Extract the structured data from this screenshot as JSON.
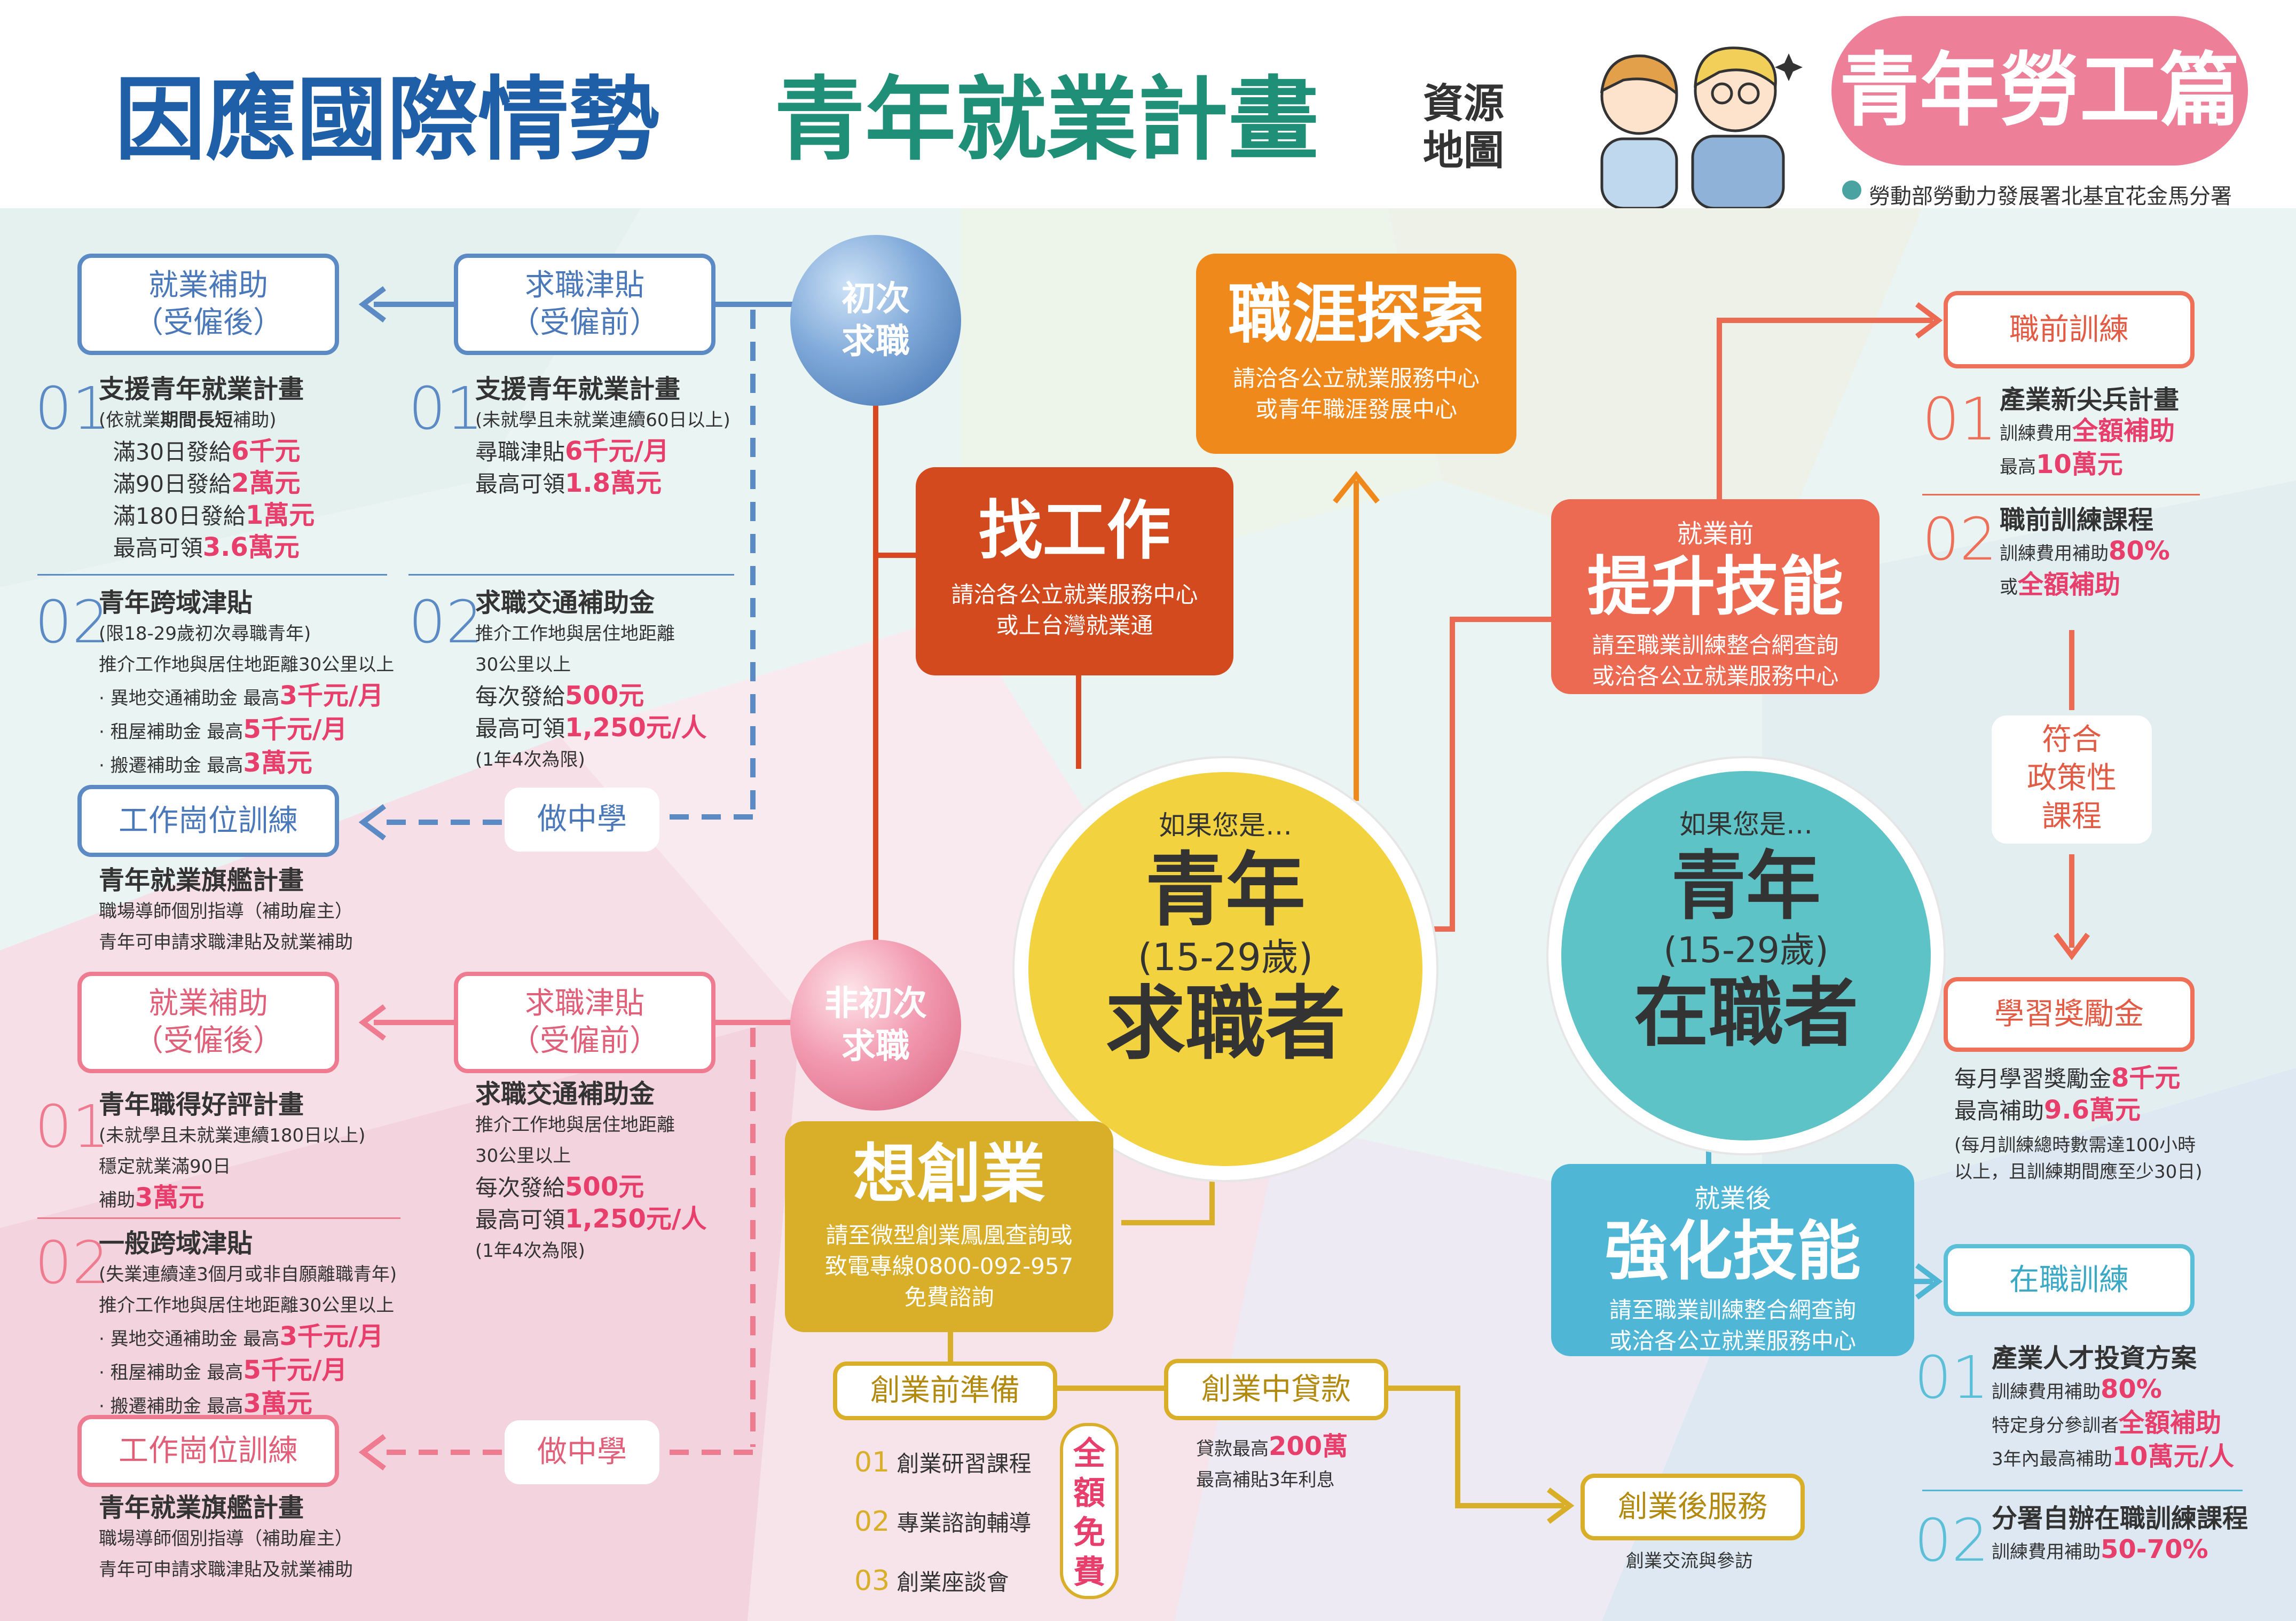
{
  "header": {
    "title_part1": "因應國際情勢",
    "title_part2": "青年就業計畫",
    "title_suffix_line1": "資源",
    "title_suffix_line2": "地圖",
    "badge": "青年勞工篇",
    "agency": "勞動部勞動力發展署北基宜花金馬分署"
  },
  "first_time": {
    "ball": [
      "初次",
      "求職"
    ],
    "subsidy_after": [
      "就業補助",
      "（受僱後）"
    ],
    "subsidy_before": [
      "求職津貼",
      "（受僱前）"
    ],
    "after_01": {
      "num": "01",
      "title": "支援青年就業計畫",
      "note_pre": "(依就業",
      "note_bold": "期間長短",
      "note_post": "補助)",
      "l1_pre": "滿30日發給",
      "l1_hl": "6千元",
      "l2_pre": "滿90日發給",
      "l2_hl": "2萬元",
      "l3_pre": "滿180日發給",
      "l3_hl": "1萬元",
      "l4_pre": "最高可領",
      "l4_hl": "3.6萬元"
    },
    "before_01": {
      "num": "01",
      "title": "支援青年就業計畫",
      "note": "(未就學且未就業連續60日以上)",
      "l1_pre": "尋職津貼",
      "l1_hl": "6千元/月",
      "l2_pre": "最高可領",
      "l2_hl": "1.8萬元"
    },
    "after_02": {
      "num": "02",
      "title": "青年跨域津貼",
      "note1": "(限18-29歲初次尋職青年)",
      "note2": "推介工作地與居住地距離30公里以上",
      "b1_pre": "· 異地交通補助金  最高",
      "b1_hl": "3千元/月",
      "b2_pre": "· 租屋補助金  最高",
      "b2_hl": "5千元/月",
      "b3_pre": "· 搬遷補助金  最高",
      "b3_hl": "3萬元"
    },
    "before_02": {
      "num": "02",
      "title": "求職交通補助金",
      "note1": "推介工作地與居住地距離",
      "note2": "30公里以上",
      "l1_pre": "每次發給",
      "l1_hl": "500元",
      "l2_pre": "最高可領",
      "l2_hl": "1,250元/人",
      "l3": "(1年4次為限)"
    },
    "training_box": "工作崗位訓練",
    "learn_tag": "做中學",
    "flagship_title": "青年就業旗艦計畫",
    "flagship_l1": "職場導師個別指導（補助雇主）",
    "flagship_l2": "青年可申請求職津貼及就業補助"
  },
  "non_first": {
    "ball": [
      "非初次",
      "求職"
    ],
    "subsidy_after": [
      "就業補助",
      "（受僱後）"
    ],
    "subsidy_before": [
      "求職津貼",
      "（受僱前）"
    ],
    "after_01": {
      "num": "01",
      "title": "青年職得好評計畫",
      "note": "(未就學且未就業連續180日以上)",
      "l1": "穩定就業滿90日",
      "l2_pre": "補助",
      "l2_hl": "3萬元"
    },
    "before": {
      "title": "求職交通補助金",
      "note1": "推介工作地與居住地距離",
      "note2": "30公里以上",
      "l1_pre": "每次發給",
      "l1_hl": "500元",
      "l2_pre": "最高可領",
      "l2_hl": "1,250元/人",
      "l3": "(1年4次為限)"
    },
    "after_02": {
      "num": "02",
      "title": "一般跨域津貼",
      "note1": "(失業連續達3個月或非自願離職青年)",
      "note2": "推介工作地與居住地距離30公里以上",
      "b1_pre": "· 異地交通補助金  最高",
      "b1_hl": "3千元/月",
      "b2_pre": "· 租屋補助金  最高",
      "b2_hl": "5千元/月",
      "b3_pre": "· 搬遷補助金  最高",
      "b3_hl": "3萬元"
    },
    "training_box": "工作崗位訓練",
    "learn_tag": "做中學",
    "flagship_title": "青年就業旗艦計畫",
    "flagship_l1": "職場導師個別指導（補助雇主）",
    "flagship_l2": "青年可申請求職津貼及就業補助"
  },
  "find_job": {
    "title": "找工作",
    "l1": "請洽各公立就業服務中心",
    "l2": "或上台灣就業通"
  },
  "career": {
    "title": "職涯探索",
    "l1": "請洽各公立就業服務中心",
    "l2": "或青年職涯發展中心"
  },
  "startup": {
    "title": "想創業",
    "l1": "請至微型創業鳳凰查詢或",
    "l2": "致電專線0800-092-957",
    "l3": "免費諮詢",
    "prep_box": "創業前準備",
    "prep_items": [
      {
        "num": "01",
        "text": "創業研習課程"
      },
      {
        "num": "02",
        "text": "專業諮詢輔導"
      },
      {
        "num": "03",
        "text": "創業座談會"
      }
    ],
    "free_badge": [
      "全",
      "額",
      "免",
      "費"
    ],
    "loan_box": "創業中貸款",
    "loan_l1_pre": "貸款最高",
    "loan_l1_hl": "200萬",
    "loan_l2": "最高補貼3年利息",
    "post_box": "創業後服務",
    "post_l1": "創業交流與參訪"
  },
  "seeker": {
    "pre": "如果您是…",
    "l1": "青年",
    "l2": "(15-29歲)",
    "l3": "求職者"
  },
  "worker": {
    "pre": "如果您是…",
    "l1": "青年",
    "l2": "(15-29歲)",
    "l3": "在職者"
  },
  "upskill_pre": {
    "pre": "就業前",
    "title": "提升技能",
    "l1": "請至職業訓練整合網查詢",
    "l2": "或洽各公立就業服務中心"
  },
  "upskill_post": {
    "pre": "就業後",
    "title": "強化技能",
    "l1": "請至職業訓練整合網查詢",
    "l2": "或洽各公立就業服務中心"
  },
  "pre_training": {
    "box": "職前訓練",
    "i1": {
      "num": "01",
      "title": "產業新尖兵計畫",
      "l1_pre": "訓練費用",
      "l1_hl": "全額補助",
      "l2_pre": "最高",
      "l2_hl": "10萬元"
    },
    "i2": {
      "num": "02",
      "title": "職前訓練課程",
      "l1_pre": "訓練費用補助",
      "l1_hl": "80%",
      "l2_pre": "或",
      "l2_hl": "全額補助"
    },
    "policy_tag": [
      "符合",
      "政策性",
      "課程"
    ]
  },
  "reward": {
    "box": "學習獎勵金",
    "l1_pre": "每月學習獎勵金",
    "l1_hl": "8千元",
    "l2_pre": "最高補助",
    "l2_hl": "9.6萬元",
    "l3": "(每月訓練總時數需達100小時",
    "l4": "以上，且訓練期間應至少30日)"
  },
  "onjob": {
    "box": "在職訓練",
    "i1": {
      "num": "01",
      "title": "產業人才投資方案",
      "l1_pre": "訓練費用補助",
      "l1_hl": "80%",
      "l2_pre": "特定身分參訓者",
      "l2_hl": "全額補助",
      "l3_pre": "3年內最高補助",
      "l3_hl": "10萬元/人"
    },
    "i2": {
      "num": "02",
      "title": "分署自辦在職訓練課程",
      "l1_pre": "訓練費用補助",
      "l1_hl": "50-70%"
    }
  },
  "colors": {
    "blue": "#5b8ac4",
    "pink": "#ef7b90",
    "red": "#d9481f",
    "orange": "#f0891c",
    "gold": "#d9ae28",
    "yellow": "#f2d33f",
    "teal": "#5ec3c6",
    "coral": "#ec6a52",
    "cyan": "#4fb6d6"
  }
}
